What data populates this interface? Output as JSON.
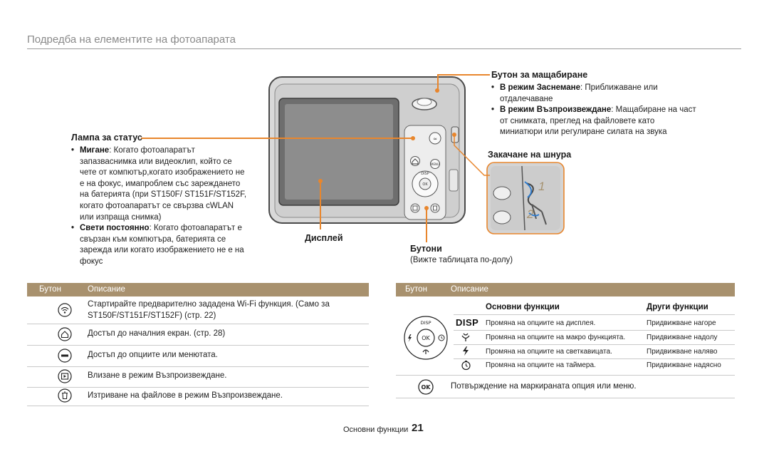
{
  "page": {
    "title": "Подредба на елементите на фотоапарата",
    "footer_label": "Основни функции",
    "footer_number": "21"
  },
  "status_lamp": {
    "heading": "Лампа за статус",
    "blink_term": "Мигане",
    "blink_text": ": Когато фотоапаратът запазваснимка или видеоклип, който се чете от компютър,когато изображението не е на фокус, имапроблем със зареждането на батерията (при ST150F/ ST151F/ST152F, когато фотоапаратът се свързва cWLAN или изпраща снимка)",
    "steady_term": "Свети постоянно",
    "steady_text": ": Когато фотоапаратът е свързан към компютъра, батерията се зарежда или когато изображението не е на фокус"
  },
  "zoom_button": {
    "heading": "Бутон за мащабиране",
    "shoot_term": "В режим Заснемане",
    "shoot_text": ": Приближаване или отдалечаване",
    "play_term": "В режим Възпроизвеждане",
    "play_text": ": Мащабиране на част от снимката, преглед на файловете като миниатюри или регулиране силата на звука"
  },
  "strap": {
    "heading": "Закачане на шнура",
    "step1": "1",
    "step2": "2"
  },
  "display": {
    "label": "Дисплей"
  },
  "buttons": {
    "label": "Бутони",
    "note": "(Вижте таблицата по-долу)"
  },
  "camera_labels": {
    "disp": "DISP",
    "ok": "OK",
    "menu": "MENU"
  },
  "left_table": {
    "col_button": "Бутон",
    "col_desc": "Описание",
    "rows": [
      {
        "icon": "wifi-icon",
        "text": "Стартирайте предварително зададена Wi-Fi функция. (Само за ST150F/ST151F/ST152F) (стр. 22)"
      },
      {
        "icon": "home-icon",
        "text": "Достъп до началния екран. (стр. 28)"
      },
      {
        "icon": "menu-icon",
        "text": "Достъп до опциите или менютата."
      },
      {
        "icon": "playback-icon",
        "text": "Влизане в режим Възпроизвеждане."
      },
      {
        "icon": "trash-icon",
        "text": "Изтриване на файлове в режим Възпроизвеждане."
      }
    ]
  },
  "right_table": {
    "col_button": "Бутон",
    "col_desc": "Описание",
    "basic_header": "Основни функции",
    "other_header": "Други функции",
    "rows": [
      {
        "icon": "disp-label",
        "label": "DISP",
        "basic": "Промяна на опциите на дисплея.",
        "other": "Придвижване нагоре"
      },
      {
        "icon": "macro-icon",
        "basic": "Промяна на опциите на макро функцията.",
        "other": "Придвижване надолу"
      },
      {
        "icon": "flash-icon",
        "basic": "Промяна на опциите на светкавицата.",
        "other": "Придвижване наляво"
      },
      {
        "icon": "timer-icon",
        "basic": "Промяна на опциите на таймера.",
        "other": "Придвижване надясно"
      }
    ],
    "ok_label": "OK",
    "ok_text": "Потвърждение на маркираната опция или меню."
  },
  "colors": {
    "accent": "#e8862d",
    "table_header": "#a8916e",
    "rule": "#c9c9c9"
  }
}
